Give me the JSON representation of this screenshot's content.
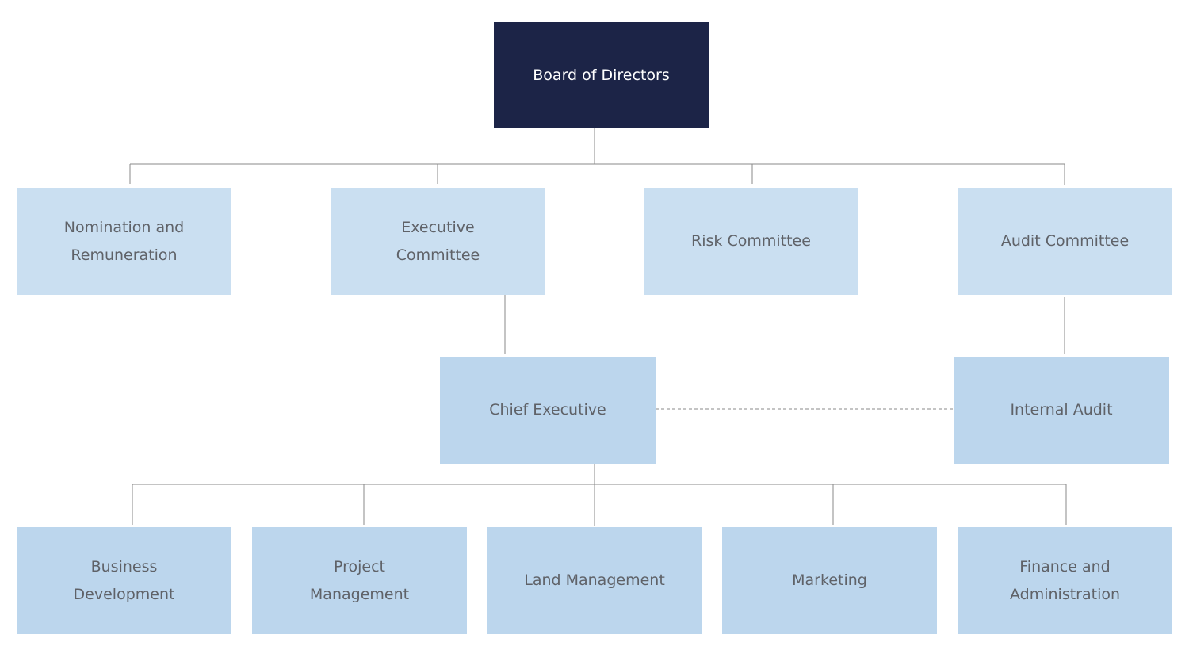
{
  "colors": {
    "board_fill": "#1c2447",
    "board_text": "#ffffff",
    "committee_fill": "#cadff1",
    "department_fill": "#bcd6ed",
    "text": "#5f6268",
    "connector": "#8a8a8a"
  },
  "chart": {
    "board": "Board of Directors",
    "committees": {
      "nomination": "Nomination and Remuneration",
      "executive": "Executive Committee",
      "risk": "Risk Committee",
      "audit": "Audit Committee"
    },
    "chief_executive": "Chief Executive",
    "internal_audit": "Internal Audit",
    "departments": {
      "business_development": "Business Development",
      "project_management": "Project Management",
      "land_management": "Land Management",
      "marketing": "Marketing",
      "finance_administration": "Finance and Administration"
    }
  }
}
